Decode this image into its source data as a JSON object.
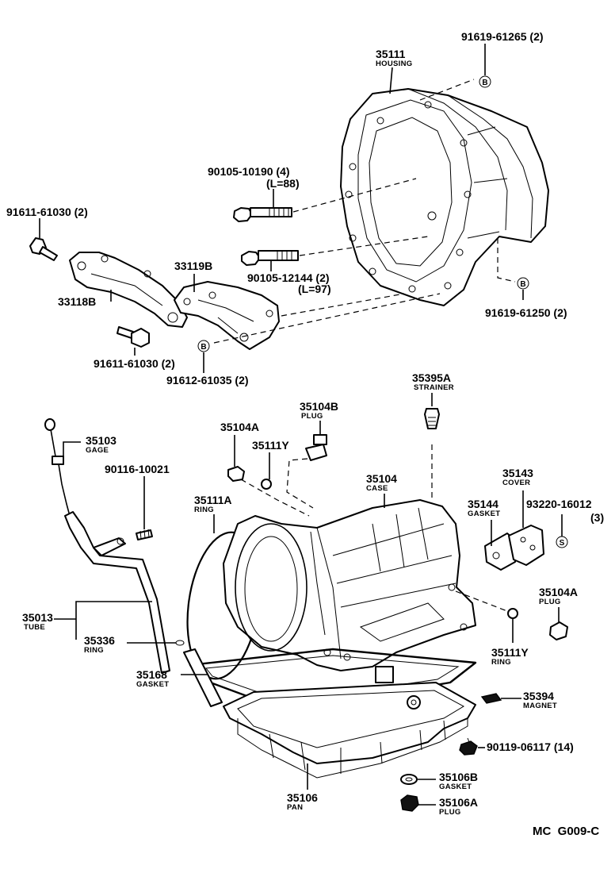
{
  "labels": {
    "p35111": "35111",
    "p35111_sub": "HOUSING",
    "p91619_61265": "91619-61265 (2)",
    "p90105_10190": "90105-10190 (4)",
    "p90105_10190_l": "(L=88)",
    "p91611_61030_a": "91611-61030 (2)",
    "p33119b": "33119B",
    "p33118b": "33118B",
    "p90105_12144": "90105-12144 (2)",
    "p90105_12144_l": "(L=97)",
    "p91619_61250": "91619-61250 (2)",
    "p91611_61030_b": "91611-61030 (2)",
    "p91612_61035": "91612-61035 (2)",
    "p35395a": "35395A",
    "p35395a_sub": "STRAINER",
    "p35104b": "35104B",
    "p35104b_sub": "PLUG",
    "p35103": "35103",
    "p35103_sub": "GAGE",
    "p35104a_top": "35104A",
    "p35111y_top": "35111Y",
    "p90116_10021": "90116-10021",
    "p35104": "35104",
    "p35104_sub": "CASE",
    "p35143": "35143",
    "p35143_sub": "COVER",
    "p35144": "35144",
    "p35144_sub": "GASKET",
    "p93220_16012": "93220-16012",
    "p93220_16012_q": "(3)",
    "p35111a": "35111A",
    "p35111a_sub": "RING",
    "p35104a_right": "35104A",
    "p35104a_right_sub": "PLUG",
    "p35013": "35013",
    "p35013_sub": "TUBE",
    "p35336": "35336",
    "p35336_sub": "RING",
    "p35111y_right": "35111Y",
    "p35111y_right_sub": "RING",
    "p35168": "35168",
    "p35168_sub": "GASKET",
    "p35394": "35394",
    "p35394_sub": "MAGNET",
    "p90119_06117": "90119-06117 (14)",
    "p35106b": "35106B",
    "p35106b_sub": "GASKET",
    "p35106": "35106",
    "p35106_sub": "PAN",
    "p35106a": "35106A",
    "p35106a_sub": "PLUG",
    "mark_b": "B",
    "mark_s": "S"
  },
  "diagram_code": "MC  G009-C"
}
